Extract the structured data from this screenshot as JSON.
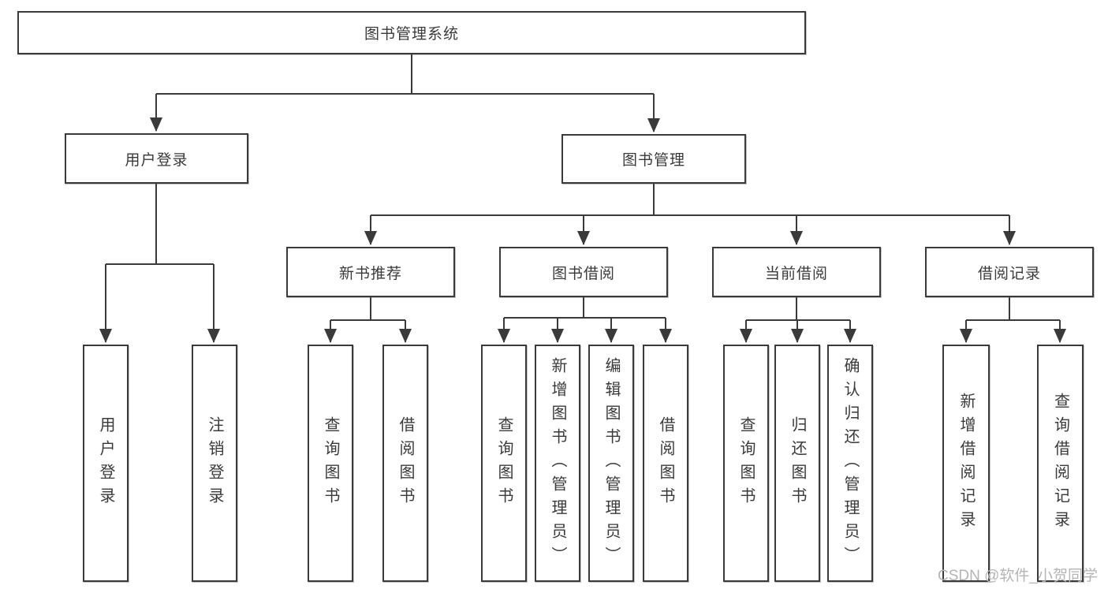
{
  "root": {
    "label": "图书管理系统"
  },
  "user_login": {
    "label": "用户登录",
    "children": [
      {
        "label": "用户登录"
      },
      {
        "label": "注销登录"
      }
    ]
  },
  "book_management": {
    "label": "图书管理",
    "sections": [
      {
        "label": "新书推荐",
        "children": [
          {
            "label": "查询图书"
          },
          {
            "label": "借阅图书"
          }
        ]
      },
      {
        "label": "图书借阅",
        "children": [
          {
            "label": "查询图书"
          },
          {
            "label": "新增图书（管理员）"
          },
          {
            "label": "编辑图书（管理员）"
          },
          {
            "label": "借阅图书"
          }
        ]
      },
      {
        "label": "当前借阅",
        "children": [
          {
            "label": "查询图书"
          },
          {
            "label": "归还图书"
          },
          {
            "label": "确认归还（管理员）"
          }
        ]
      },
      {
        "label": "借阅记录",
        "children": [
          {
            "label": "新增借阅记录"
          },
          {
            "label": "查询借阅记录"
          }
        ]
      }
    ]
  },
  "watermark": {
    "text": "CSDN @软件_小贺同学"
  },
  "colors": {
    "line": "#3a3a3a",
    "text": "#3a3a3a",
    "background": "#ffffff",
    "watermark": "#b5b5b5"
  }
}
